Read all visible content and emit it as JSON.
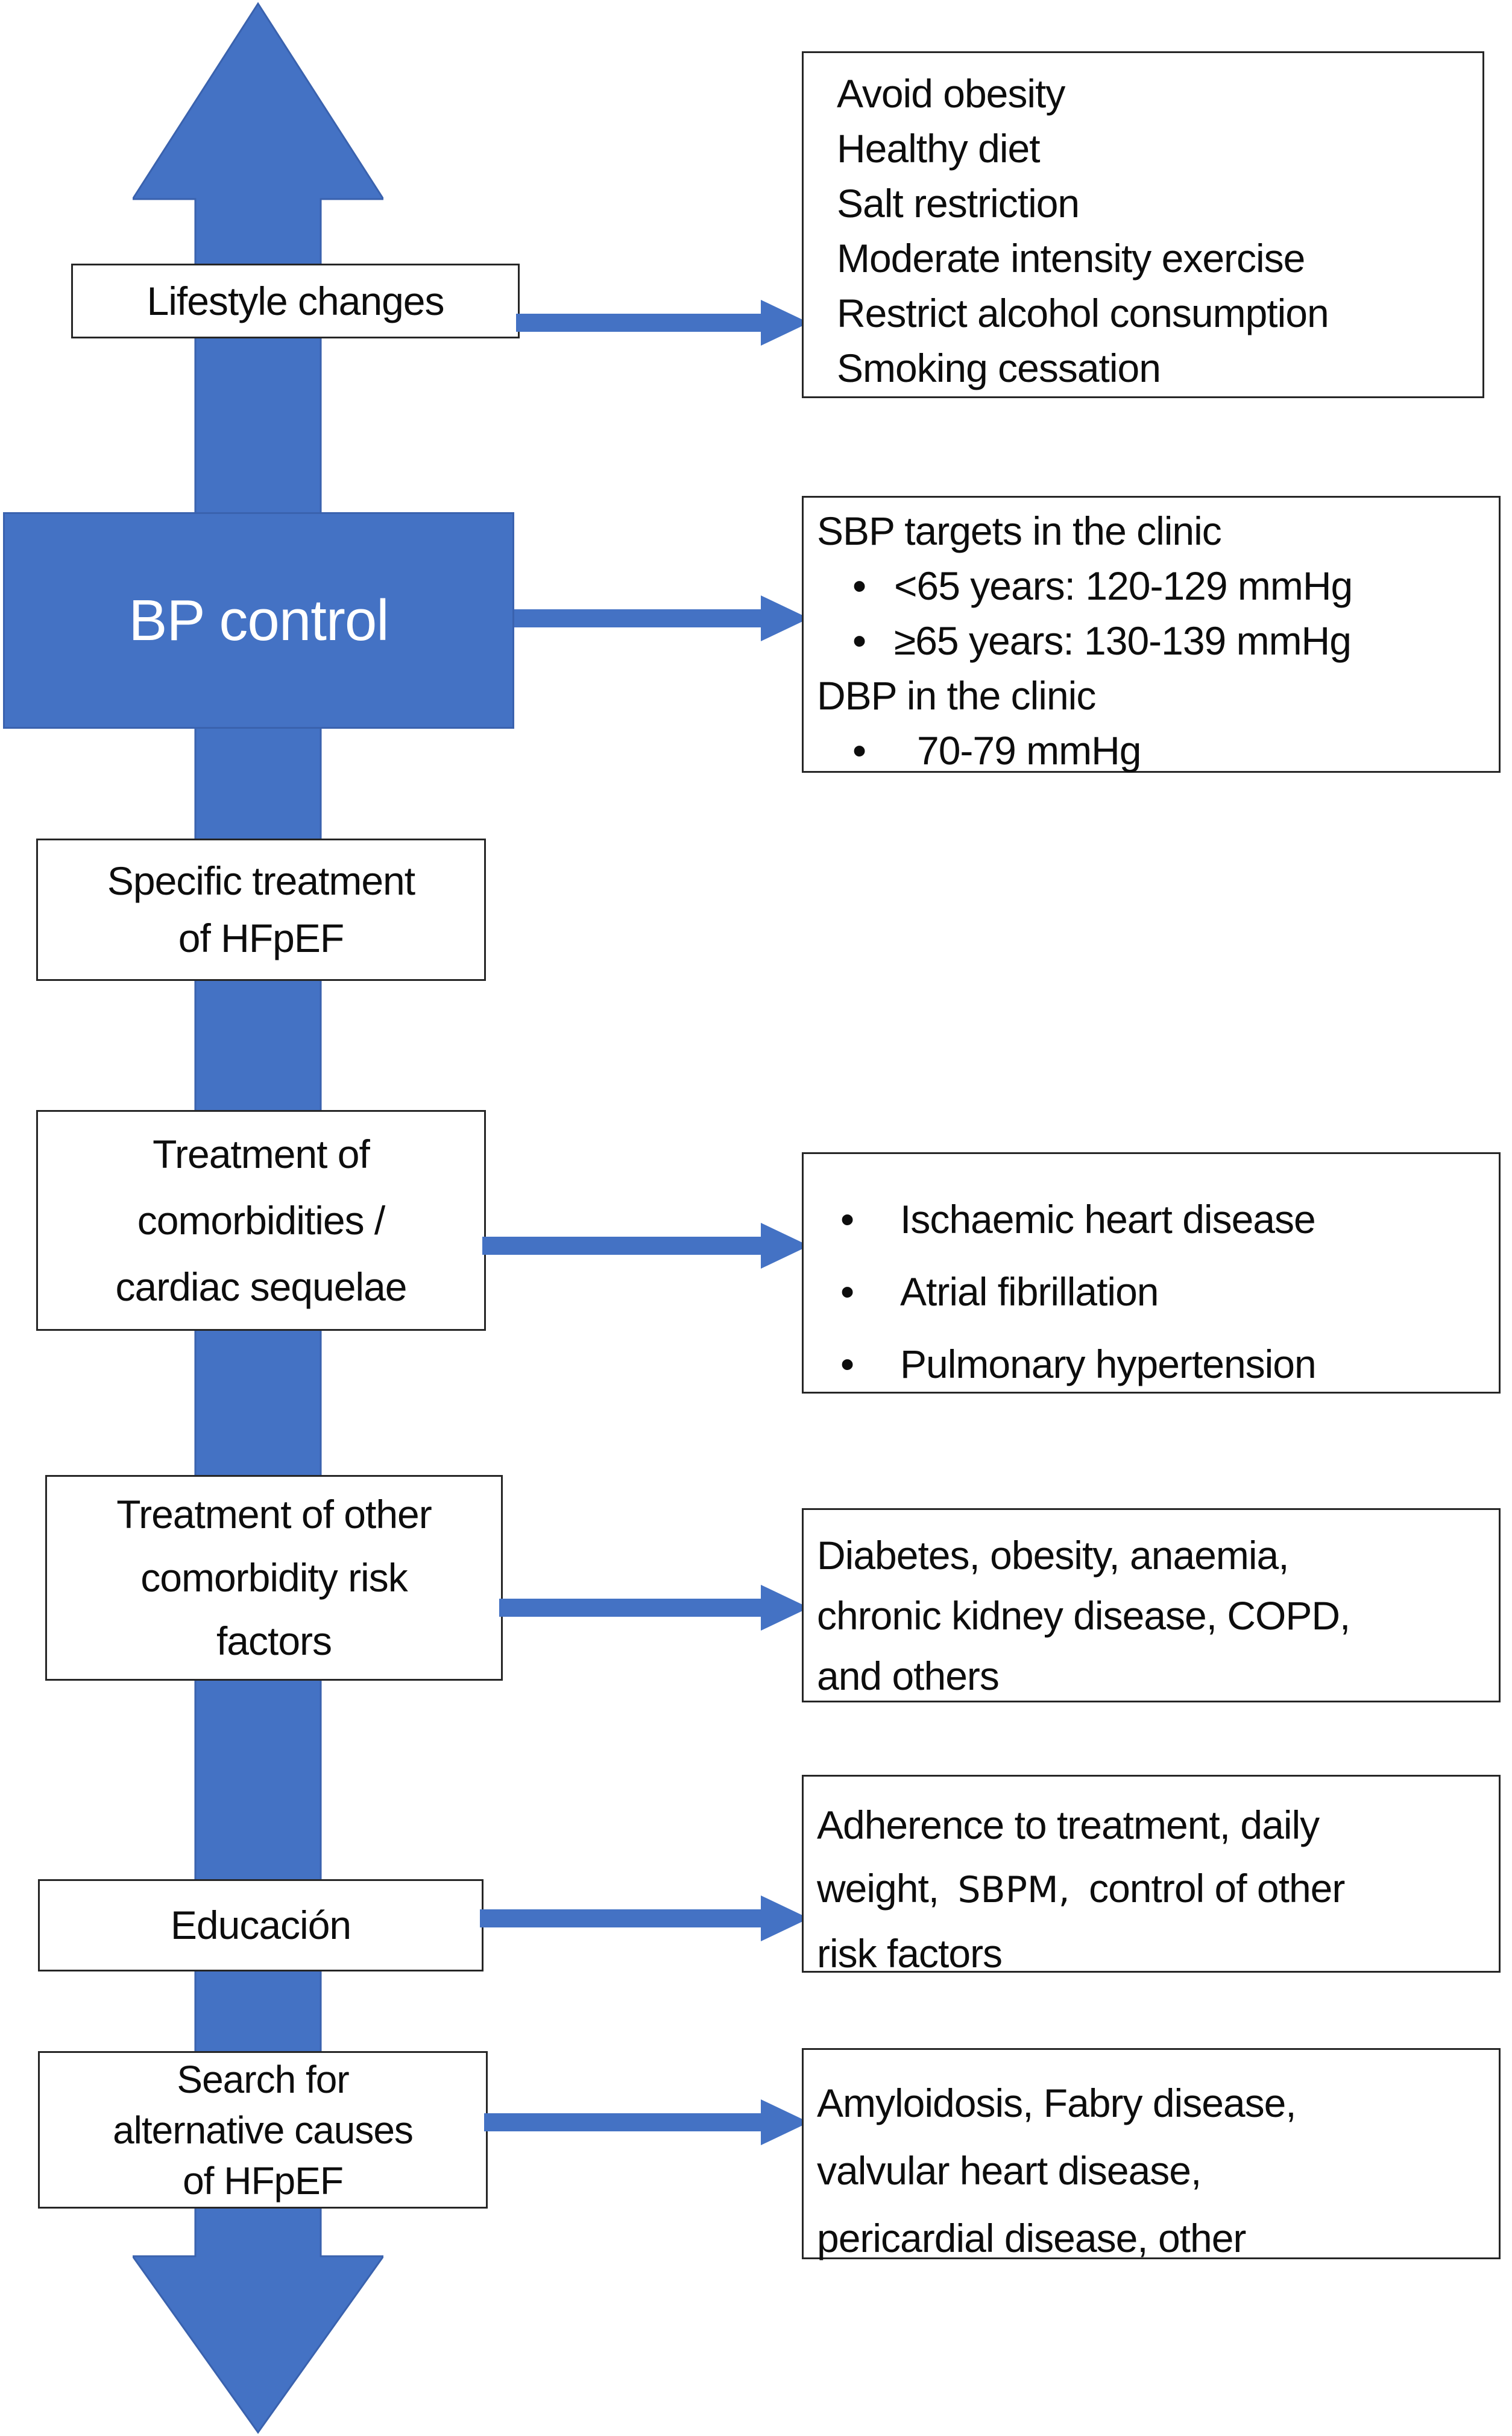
{
  "colors": {
    "arrow_blue": "#4472C4",
    "arrow_edge": "#3A62AE",
    "box_border": "#262626",
    "text": "#0d0d0d",
    "bp_text": "#ffffff"
  },
  "bullet_char": "•",
  "left_column": {
    "lifestyle": {
      "label": "Lifestyle changes"
    },
    "bp": {
      "label": "BP control"
    },
    "specific": {
      "line1": "Specific treatment",
      "line2": "of HFpEF"
    },
    "comorbidities": {
      "line1": "Treatment of",
      "line2": "comorbidities /",
      "line3": "cardiac sequelae"
    },
    "other_risk": {
      "line1": "Treatment of other",
      "line2": "comorbidity risk",
      "line3": "factors"
    },
    "education": {
      "label": "Educación"
    },
    "search": {
      "line1": "Search for",
      "line2": "alternative causes",
      "line3": "of HFpEF"
    }
  },
  "right_column": {
    "lifestyle_detail": {
      "lines": [
        "Avoid obesity",
        "Healthy diet",
        "Salt restriction",
        "Moderate intensity exercise",
        "Restrict alcohol consumption",
        "Smoking cessation"
      ]
    },
    "bp_detail": {
      "heading1": "SBP targets in the clinic",
      "bullet1": "<65 years: 120-129 mmHg",
      "bullet2": "≥65 years: 130-139 mmHg",
      "heading2": "DBP in the clinic",
      "bullet3": "70-79 mmHg"
    },
    "comorbidity_detail": {
      "bullet1": "Ischaemic heart disease",
      "bullet2": "Atrial fibrillation",
      "bullet3": "Pulmonary hypertension"
    },
    "risk_detail": {
      "line1": "Diabetes, obesity, anaemia,",
      "line2": "chronic kidney disease, COPD,",
      "line3": "and others"
    },
    "education_detail": {
      "line1": "Adherence to treatment, daily",
      "line2_pre": "weight,",
      "line2_sbpm": "SBPM,",
      "line2_post": "control of other",
      "line3": "risk factors"
    },
    "alternative_detail": {
      "line1": "Amyloidosis, Fabry disease,",
      "line2": "valvular heart disease,",
      "line3": "pericardial disease, other"
    }
  }
}
